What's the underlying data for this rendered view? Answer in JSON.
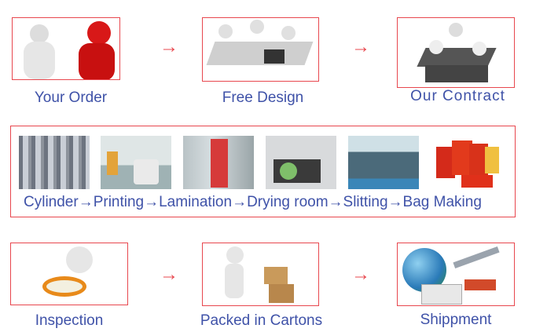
{
  "steps_top": [
    {
      "label": "Your Order",
      "icon": "handshake-figures"
    },
    {
      "label": "Free Design",
      "icon": "design-meeting"
    },
    {
      "label": "Our Contract",
      "icon": "contract-signing"
    }
  ],
  "process": {
    "flow_text": "Cylinder→Printing→Lamination→Drying room→Slitting→Bag Making",
    "photos": [
      "cylinder",
      "printing",
      "lamination",
      "drying-room",
      "slitting",
      "bag-making"
    ]
  },
  "steps_bottom": [
    {
      "label": "Inspection",
      "icon": "magnifier-figure"
    },
    {
      "label": "Packed in Cartons",
      "icon": "carton-figure"
    },
    {
      "label": "Shippment",
      "icon": "globe-shipping"
    }
  ],
  "arrow": "→",
  "colors": {
    "border": "#e8474e",
    "text": "#3f52a8"
  }
}
